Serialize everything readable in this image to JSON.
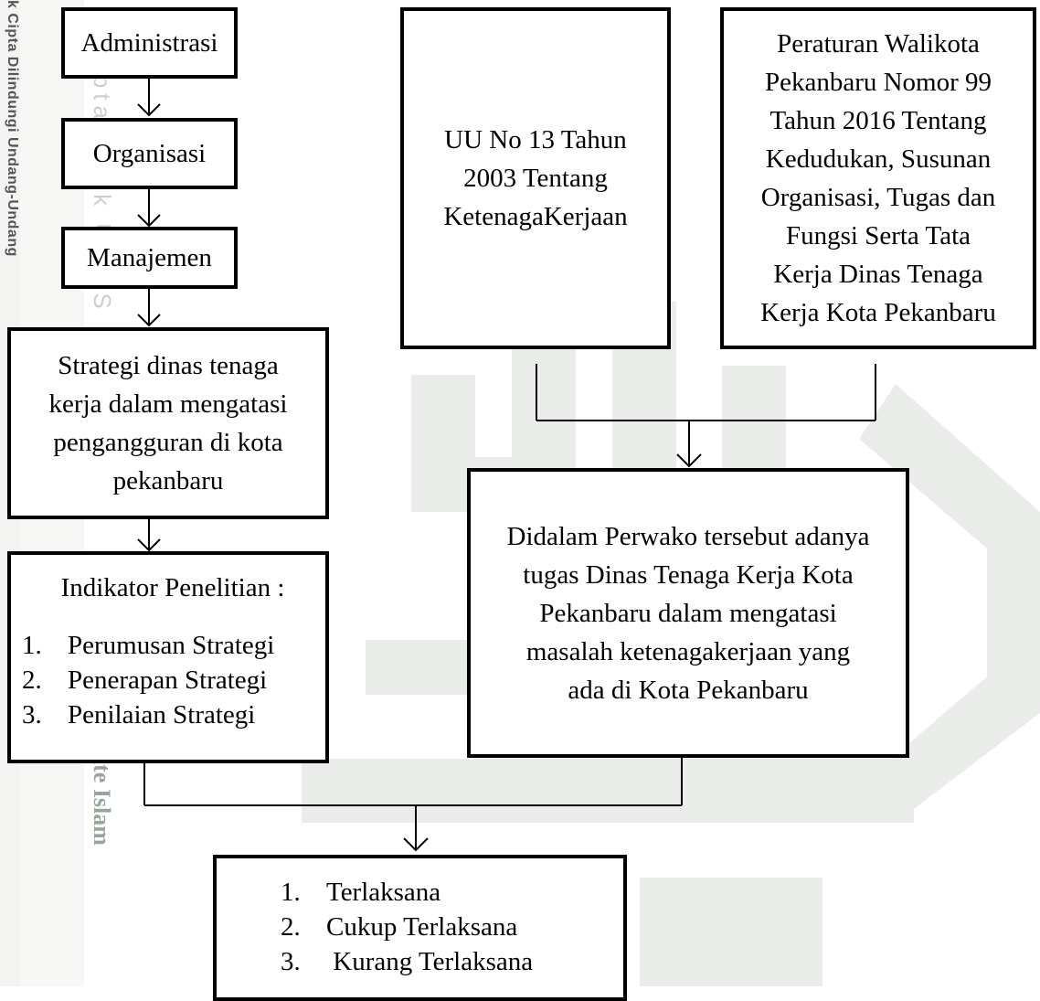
{
  "watermark": {
    "side_text": "k Cipta Dilindungi Undang-Undang",
    "side_text_2": "State Islam",
    "side_text_3": "ipta Milik UIN S"
  },
  "boxes": {
    "administrasi": "Administrasi",
    "organisasi": "Organisasi",
    "manajemen": "Manajemen",
    "strategi": "Strategi dinas tenaga\nkerja dalam mengatasi\npengangguran di kota\npekanbaru",
    "uu": "UU No 13 Tahun\n2003 Tentang\nKetenagaKerjaan",
    "perwako": "Peraturan Walikota\nPekanbaru Nomor 99\nTahun 2016 Tentang\nKedudukan, Susunan\nOrganisasi, Tugas dan\nFungsi Serta Tata\nKerja Dinas Tenaga\nKerja Kota Pekanbaru",
    "didalam": "Didalam Perwako tersebut adanya\ntugas Dinas Tenaga Kerja Kota\nPekanbaru dalam mengatasi\nmasalah ketenagakerjaan yang\nada di Kota Pekanbaru"
  },
  "indikator": {
    "title": "Indikator Penelitian :",
    "items": [
      {
        "num": "1.",
        "label": "Perumusan Strategi"
      },
      {
        "num": "2.",
        "label": "Penerapan Strategi"
      },
      {
        "num": "3.",
        "label": "Penilaian Strategi"
      }
    ]
  },
  "hasil": {
    "items": [
      {
        "num": "1.",
        "label": "Terlaksana"
      },
      {
        "num": "2.",
        "label": "Cukup Terlaksana"
      },
      {
        "num": "3.",
        "label": " Kurang Terlaksana"
      }
    ]
  }
}
